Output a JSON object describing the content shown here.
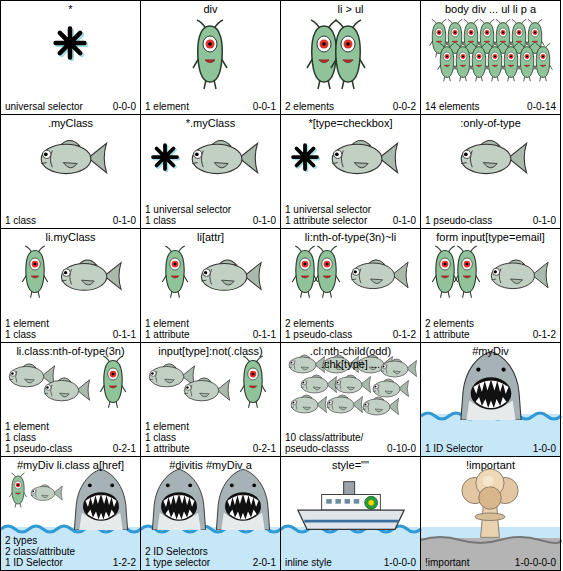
{
  "diagram": {
    "nodes": [
      {
        "text": [
          "*",
          "universal selector",
          "0-0-0"
        ]
      },
      {
        "text": [
          "div",
          "1 element",
          "0-0-1"
        ]
      },
      {
        "text": [
          "li > ul",
          "2 elements",
          "0-0-2"
        ]
      },
      {
        "text": [
          "body div ... ul li p a",
          "14 elements",
          "0-0-14"
        ]
      },
      {
        "text": [
          ".myClass",
          "1 class",
          "0-1-0"
        ]
      },
      {
        "text": [
          "*.myClass",
          "1 universal selector",
          "1 class",
          "0-1-0"
        ]
      },
      {
        "text": [
          "*[type=checkbox]",
          "1 universal selector",
          "1 attribute selector",
          "0-1-0"
        ]
      },
      {
        "text": [
          ":only-of-type",
          "1 pseudo-class",
          "0-1-0"
        ]
      },
      {
        "text": [
          "li.myClass",
          "1 element",
          "1 class",
          "0-1-1"
        ]
      },
      {
        "text": [
          "li[attr]",
          "1 element",
          "1 attribute",
          "0-1-1"
        ]
      },
      {
        "text": [
          "li:nth-of-type(3n)~li",
          "2 elements",
          "1 pseudo-class",
          "0-1-2"
        ]
      },
      {
        "text": [
          "form input[type=email]",
          "2 elements",
          "1 attribute",
          "0-1-2"
        ]
      },
      {
        "text": [
          "li.class:nth-of-type(3n)",
          "1 element",
          "1 class",
          "1 pseudo-class",
          "0-2-1"
        ]
      },
      {
        "text": [
          "input[type]:not(.class)",
          "1 element",
          "1 class",
          "1 attribute",
          "0-2-1"
        ]
      },
      {
        "text": [
          ".cl:nth-child(odd) .chk[type] ...",
          "10 class/attribute/ pseudo-classs",
          "0-10-0"
        ]
      },
      {
        "text": [
          "#myDiv",
          "1 ID Selector",
          "1-0-0"
        ]
      },
      {
        "text": [
          "#myDiv li.class a[href]",
          "2 types",
          "2 class/attribute",
          "1 ID Selector",
          "1-2-2"
        ]
      },
      {
        "text": [
          "#divitis #myDiv a",
          "2 ID Selectors",
          "1 type selector",
          "2-0-1"
        ]
      },
      {
        "text": [
          "style=\"\"",
          "inline style",
          "1-0-0-0"
        ]
      },
      {
        "text": [
          "!important",
          "!important",
          "1-0-0-0-0"
        ]
      }
    ]
  }
}
